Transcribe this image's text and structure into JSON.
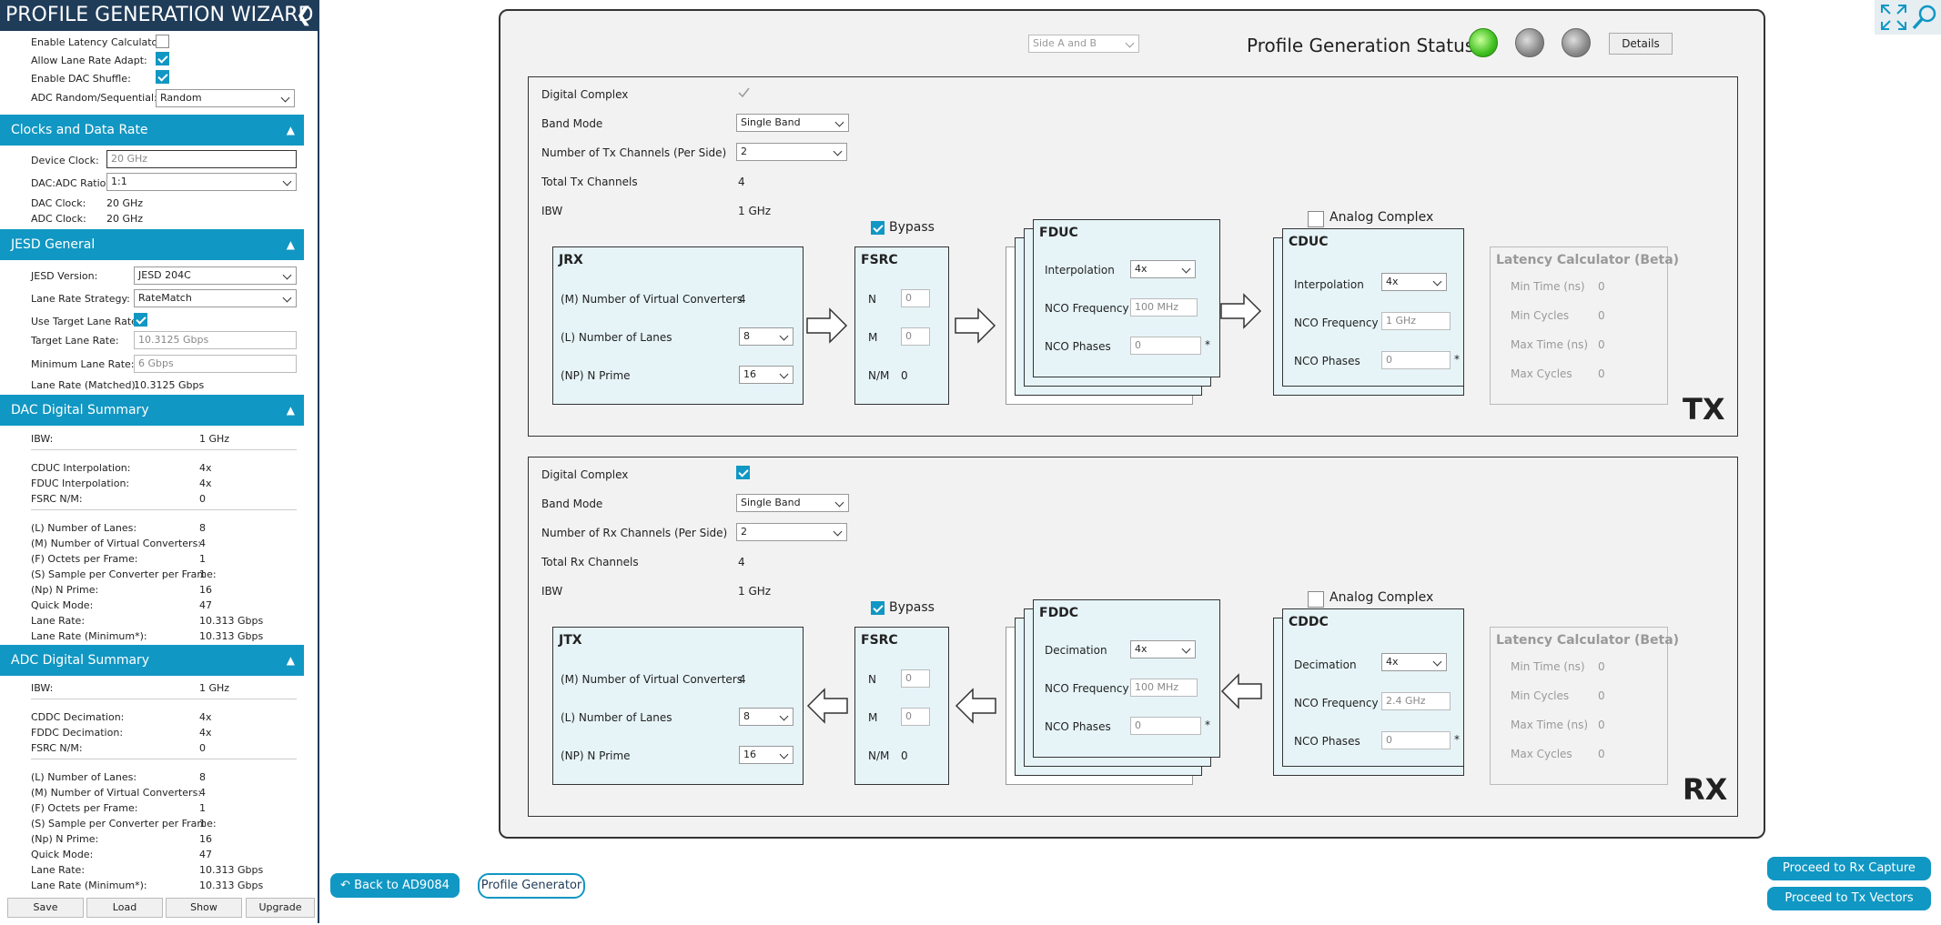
{
  "sidebar": {
    "title": "PROFILE GENERATION WIZARD",
    "top": {
      "latency_label": "Enable Latency Calculator:",
      "lane_adapt_label": "Allow Lane Rate Adapt:",
      "dac_shuffle_label": "Enable DAC Shuffle:",
      "adc_random_label": "ADC Random/Sequential:",
      "adc_random_value": "Random"
    },
    "clocks": {
      "header": "Clocks and Data Rate",
      "device_clock_label": "Device Clock:",
      "device_clock_value": "20 GHz",
      "ratio_label": "DAC:ADC Ratio:",
      "ratio_value": "1:1",
      "dac_clock_label": "DAC Clock:",
      "dac_clock_value": "20 GHz",
      "adc_clock_label": "ADC Clock:",
      "adc_clock_value": "20 GHz"
    },
    "jesd": {
      "header": "JESD General",
      "version_label": "JESD Version:",
      "version_value": "JESD 204C",
      "strategy_label": "Lane Rate Strategy:",
      "strategy_value": "RateMatch",
      "use_target_label": "Use Target Lane Rate:",
      "target_label": "Target Lane Rate:",
      "target_value": "10.3125 Gbps",
      "min_label": "Minimum Lane Rate:",
      "min_value": "6 Gbps",
      "matched_label": "Lane Rate (Matched):",
      "matched_value": "10.3125 Gbps"
    },
    "dac_summary": {
      "header": "DAC Digital Summary",
      "rows": [
        {
          "label": "IBW:",
          "value": "1 GHz"
        },
        {
          "label": "CDUC Interpolation:",
          "value": "4x"
        },
        {
          "label": "FDUC Interpolation:",
          "value": "4x"
        },
        {
          "label": "FSRC N/M:",
          "value": "0"
        },
        {
          "label": "(L) Number of Lanes:",
          "value": "8"
        },
        {
          "label": "(M) Number of Virtual Converters:",
          "value": "4"
        },
        {
          "label": "(F) Octets per Frame:",
          "value": "1"
        },
        {
          "label": "(S) Sample per Converter per Frame:",
          "value": "1"
        },
        {
          "label": "(Np) N Prime:",
          "value": "16"
        },
        {
          "label": "Quick Mode:",
          "value": "47"
        },
        {
          "label": "Lane Rate:",
          "value": "10.313 Gbps"
        },
        {
          "label": "Lane Rate (Minimum*):",
          "value": "10.313 Gbps"
        }
      ]
    },
    "adc_summary": {
      "header": "ADC Digital Summary",
      "rows": [
        {
          "label": "IBW:",
          "value": "1 GHz"
        },
        {
          "label": "CDDC Decimation:",
          "value": "4x"
        },
        {
          "label": "FDDC Decimation:",
          "value": "4x"
        },
        {
          "label": "FSRC N/M:",
          "value": "0"
        },
        {
          "label": "(L) Number of Lanes:",
          "value": "8"
        },
        {
          "label": "(M) Number of Virtual Converters:",
          "value": "4"
        },
        {
          "label": "(F) Octets per Frame:",
          "value": "1"
        },
        {
          "label": "(S) Sample per Converter per Frame:",
          "value": "1"
        },
        {
          "label": "(Np) N Prime:",
          "value": "16"
        },
        {
          "label": "Quick Mode:",
          "value": "47"
        },
        {
          "label": "Lane Rate:",
          "value": "10.313 Gbps"
        },
        {
          "label": "Lane Rate (Minimum*):",
          "value": "10.313 Gbps"
        }
      ]
    },
    "buttons": {
      "save": "Save",
      "load": "Load",
      "show": "Show",
      "upgrade": "Upgrade"
    }
  },
  "header": {
    "side_select": "Side A and B",
    "status_title": "Profile Generation Status",
    "details": "Details",
    "leds": [
      "on",
      "off",
      "off"
    ]
  },
  "common": {
    "digital_complex": "Digital Complex",
    "band_mode": "Band Mode",
    "band_value": "Single Band",
    "ibw": "IBW",
    "ibw_value": "1 GHz",
    "bypass": "Bypass",
    "analog_complex": "Analog Complex",
    "m_label": "(M) Number of Virtual Converters",
    "m_value": "4",
    "l_label": "(L) Number of Lanes",
    "l_value": "8",
    "np_label": "(NP) N Prime",
    "np_value": "16",
    "fsrc": "FSRC",
    "n": "N",
    "m": "M",
    "nm": "N/M",
    "nm_value": "0",
    "zero": "0",
    "nco_freq": "NCO Frequency",
    "nco_phases": "NCO Phases",
    "x4": "4x",
    "star": "*",
    "lat_title": "Latency Calculator (Beta)",
    "lat_rows": [
      "Min Time (ns)",
      "Min Cycles",
      "Max Time (ns)",
      "Max Cycles"
    ]
  },
  "tx": {
    "num_channels_label": "Number of Tx Channels (Per Side)",
    "num_channels_value": "2",
    "total_label": "Total Tx Channels",
    "total_value": "4",
    "jesd_block": "JRX",
    "fine_block": "FDUC",
    "coarse_block": "CDUC",
    "rate_label": "Interpolation",
    "fine_freq": "100 MHz",
    "coarse_freq": "1 GHz",
    "tag": "TX"
  },
  "rx": {
    "num_channels_label": "Number of Rx Channels (Per Side)",
    "num_channels_value": "2",
    "total_label": "Total Rx Channels",
    "total_value": "4",
    "jesd_block": "JTX",
    "fine_block": "FDDC",
    "coarse_block": "CDDC",
    "rate_label": "Decimation",
    "fine_freq": "100 MHz",
    "coarse_freq": "2.4 GHz",
    "tag": "RX"
  },
  "footer": {
    "back": "Back to  AD9084",
    "profile_gen": "Profile Generator",
    "proceed_rx": "Proceed to Rx Capture",
    "proceed_tx": "Proceed to Tx Vectors"
  }
}
